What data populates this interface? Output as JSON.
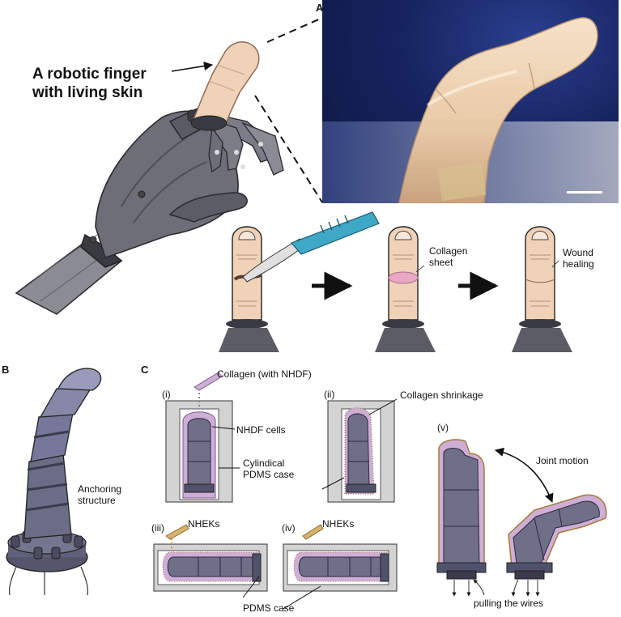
{
  "panels": {
    "a": "A",
    "b": "B",
    "c": "C"
  },
  "panel_a": {
    "title_line1": "A robotic finger",
    "title_line2": "with living skin",
    "step2_label_line1": "Collagen",
    "step2_label_line2": "sheet",
    "step3_label_line1": "Wound",
    "step3_label_line2": "healing"
  },
  "panel_b": {
    "label_line1": "Anchoring",
    "label_line2": "structure"
  },
  "panel_c": {
    "sub_i": "(i)",
    "sub_ii": "(ii)",
    "sub_iii": "(iii)",
    "sub_iv": "(iv)",
    "sub_v": "(v)",
    "collagen_label": "Collagen (with NHDF)",
    "nhdf_label": "NHDF cells",
    "case_line1": "Cylindical",
    "case_line2": "PDMS case",
    "shrinkage_label": "Collagen shrinkage",
    "nheks_iii": "NHEKs",
    "nheks_iv": "NHEKs",
    "pdms_case_label": "PDMS case",
    "joint_label": "Joint motion",
    "wires_label": "pulling the wires"
  },
  "colors": {
    "robot": "#6d6e78",
    "robot_dark": "#3a3a42",
    "skin": "#f0d2b8",
    "collagen": "#cfaed6",
    "scaffold": "#6f7088",
    "background_photo": "#16235e"
  },
  "icons": [
    "robotic-hand-icon",
    "scalpel-icon",
    "arrow-right-icon",
    "curved-arrow-icon"
  ]
}
